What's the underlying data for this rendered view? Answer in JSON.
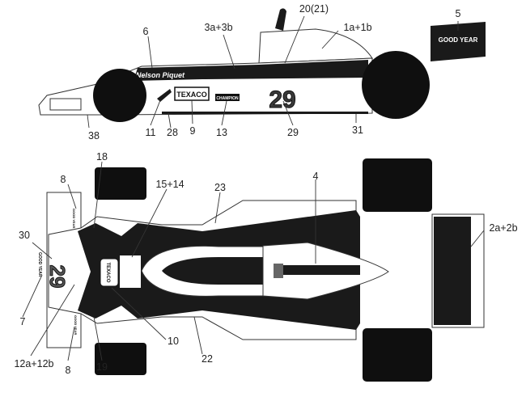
{
  "decals": {
    "texaco": "TEXACO",
    "goodyear": "GOOD YEAR",
    "champion": "CHAMPION",
    "driver": "Nelson Piquet",
    "car_number": "29"
  },
  "side_view": {
    "callouts": {
      "c6": "6",
      "c3a3b": "3a+3b",
      "c2021": "20(21)",
      "c1a1b": "1a+1b",
      "c5": "5",
      "c38": "38",
      "c11": "11",
      "c28": "28",
      "c9": "9",
      "c13": "13",
      "c29": "29",
      "c31": "31"
    }
  },
  "top_view": {
    "callouts": {
      "c18": "18",
      "c8a": "8",
      "c1514": "15+14",
      "c23": "23",
      "c4": "4",
      "c2a2b": "2a+2b",
      "c30": "30",
      "c7": "7",
      "c10": "10",
      "c22": "22",
      "c12a12b": "12a+12b",
      "c8b": "8",
      "c19": "19"
    }
  },
  "colors": {
    "black": "#1a1a1a",
    "white": "#ffffff",
    "outline": "#333333",
    "number_grey": "#555555"
  }
}
